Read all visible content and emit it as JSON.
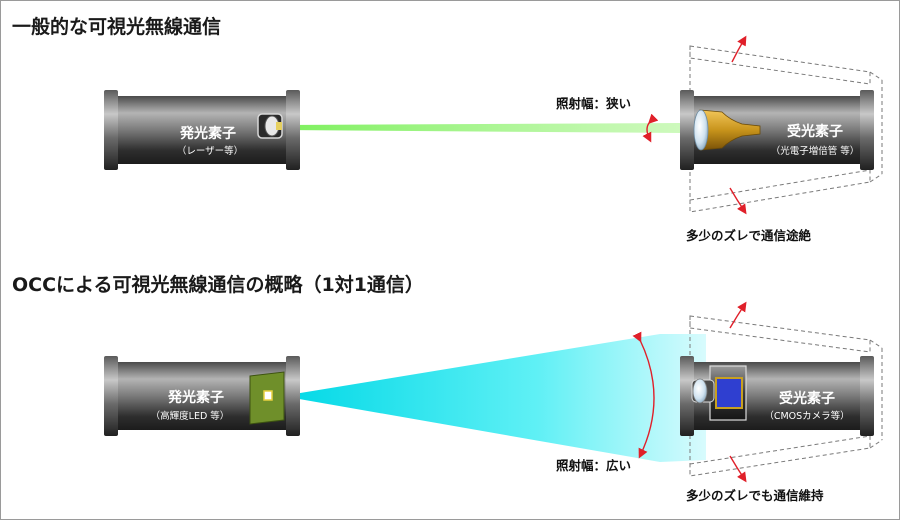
{
  "section1": {
    "title": "一般的な可視光無線通信",
    "emitter": {
      "label": "発光素子",
      "sublabel": "（レーザー等）"
    },
    "receiver": {
      "label": "受光素子",
      "sublabel": "（光電子増倍管 等）"
    },
    "beam_label": "照射幅：狭い",
    "note": "多少のズレで通信途絶"
  },
  "section2": {
    "title": "OCCによる可視光無線通信の概略（1対1通信）",
    "emitter": {
      "label": "発光素子",
      "sublabel": "（高輝度LED 等）"
    },
    "receiver": {
      "label": "受光素子",
      "sublabel": "（CMOSカメラ等）"
    },
    "beam_label": "照射幅：広い",
    "note": "多少のズレでも通信維持"
  },
  "colors": {
    "narrow_beam": "#5ee84a",
    "wide_beam": "#00e6ee",
    "arrow": "#e0202a",
    "pmt_gold": "#c8941c",
    "cmos_blue": "#2f3fd0",
    "led_board": "#6f8f2a"
  }
}
